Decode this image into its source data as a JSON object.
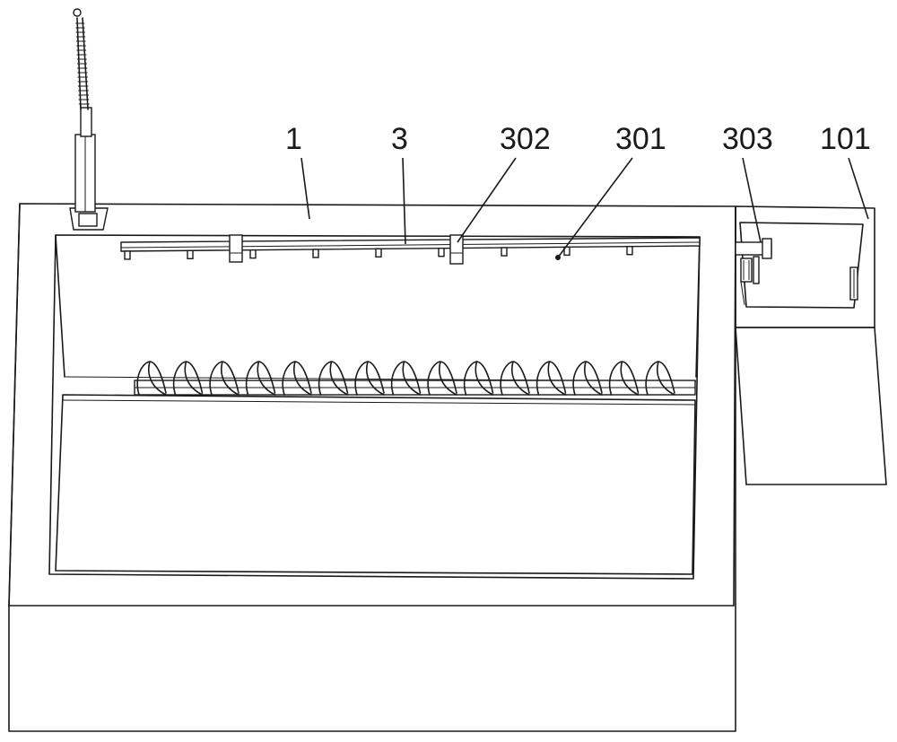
{
  "labels": {
    "l1": "1",
    "l3": "3",
    "l302": "302",
    "l301": "301",
    "l303": "303",
    "l101": "101"
  },
  "parts": {
    "auger_turns": 15,
    "rail_nozzles": 9
  }
}
